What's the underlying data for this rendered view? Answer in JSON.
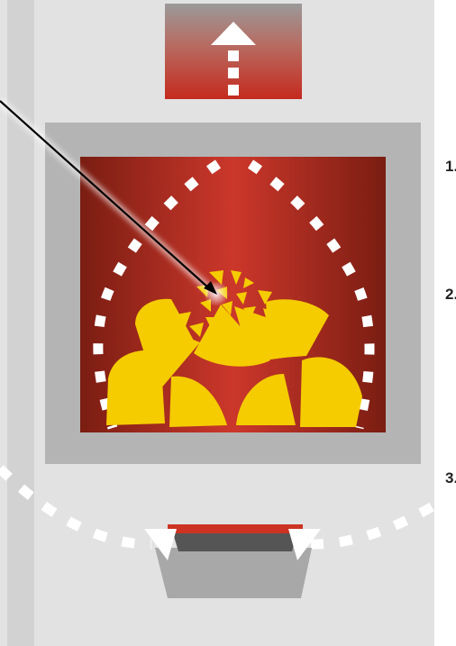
{
  "diagram": {
    "steps": [
      {
        "label": "1."
      },
      {
        "label": "2."
      },
      {
        "label": "3."
      }
    ],
    "colors": {
      "stove_body": "#e2e2e2",
      "stove_side_strip": "#d2d2d2",
      "firebox_frame": "#b4b4b4",
      "fire_center": "#c8352a",
      "fire_edge": "#7a1d12",
      "flame_yellow": "#f5cc00",
      "airflow_dots": "#ffffff",
      "pointer_line": "#000000",
      "ash_tray_red": "#cc3322",
      "ash_tray_dark": "#555555",
      "ash_tray_grey": "#a8a8a8"
    },
    "icons": [
      "up-arrow-icon",
      "pointer-arrow-icon"
    ]
  }
}
